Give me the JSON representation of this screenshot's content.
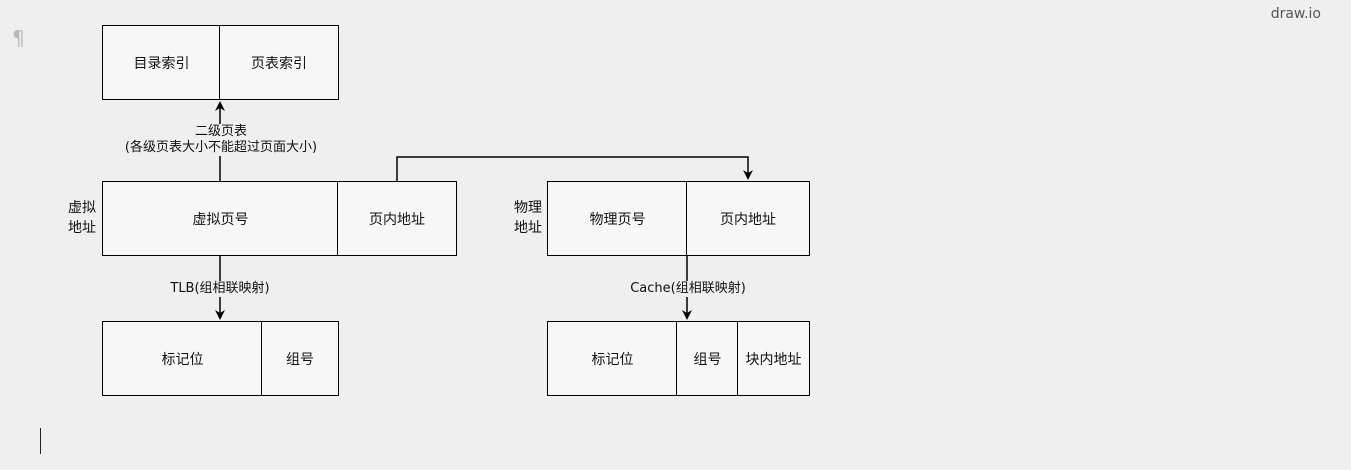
{
  "app": {
    "watermark": "draw.io",
    "pilcrow": "¶"
  },
  "top_row": {
    "cells": [
      "目录索引",
      "页表索引"
    ]
  },
  "edges": {
    "two_level": {
      "line1": "二级页表",
      "line2": "(各级页表大小不能超过页面大小)"
    },
    "tlb": "TLB(组相联映射)",
    "cache": "Cache(组相联映射)"
  },
  "virtual": {
    "side_label_line1": "虚拟",
    "side_label_line2": "地址",
    "cells": [
      "虚拟页号",
      "页内地址"
    ]
  },
  "physical": {
    "side_label_line1": "物理",
    "side_label_line2": "地址",
    "cells": [
      "物理页号",
      "页内地址"
    ]
  },
  "tlb_row": {
    "cells": [
      "标记位",
      "组号"
    ]
  },
  "cache_row": {
    "cells": [
      "标记位",
      "组号",
      "块内地址"
    ]
  }
}
